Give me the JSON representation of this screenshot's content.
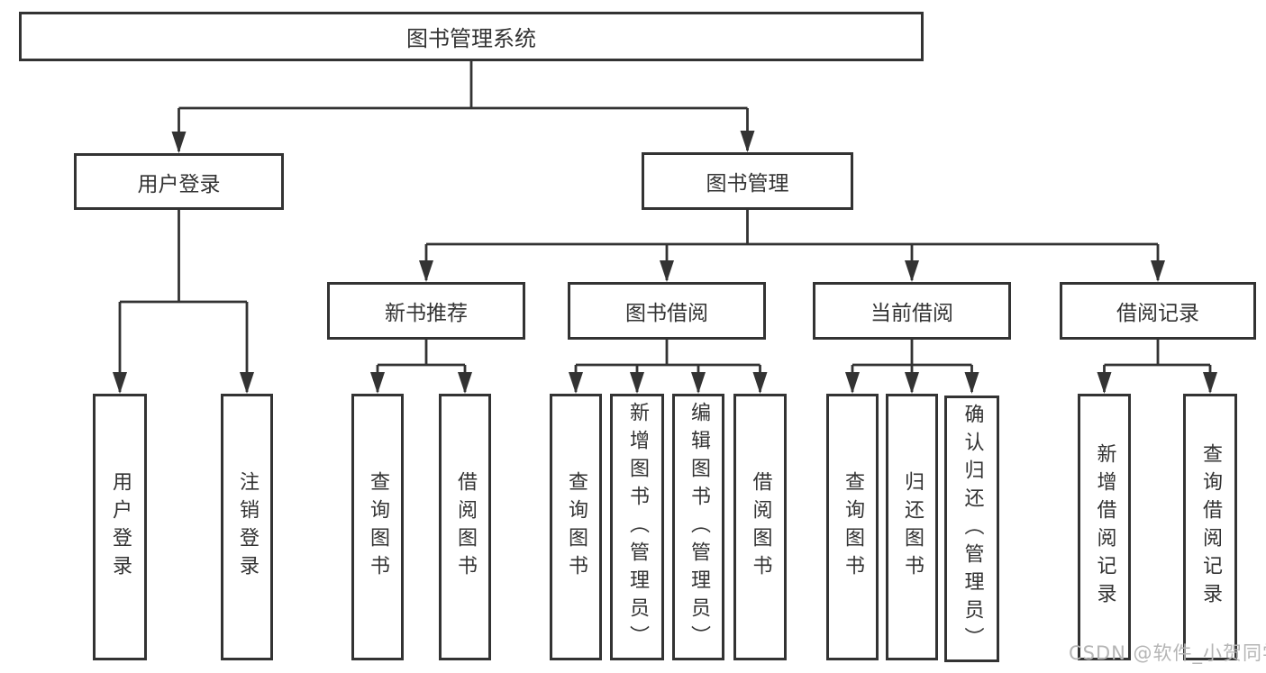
{
  "diagram": {
    "root": {
      "label": "图书管理系统"
    },
    "level2": {
      "user_login": {
        "label": "用户登录"
      },
      "book_mgmt": {
        "label": "图书管理"
      }
    },
    "level3": {
      "new_books": {
        "label": "新书推荐"
      },
      "borrowing": {
        "label": "图书借阅"
      },
      "current": {
        "label": "当前借阅"
      },
      "records": {
        "label": "借阅记录"
      }
    },
    "leaves": {
      "user_login": [
        "用户登录",
        "注销登录"
      ],
      "new_books": [
        "查询图书",
        "借阅图书"
      ],
      "borrowing": [
        "查询图书",
        "新增图书（管理员）",
        "编辑图书（管理员）",
        "借阅图书"
      ],
      "current": [
        "查询图书",
        "归还图书",
        "确认归还（管理员）"
      ],
      "records": [
        "新增借阅记录",
        "查询借阅记录"
      ]
    }
  },
  "watermark": {
    "text": "CSDN @软件_小贺同学"
  },
  "colors": {
    "line": "#333333",
    "box_border": "#333333",
    "text": "#333333",
    "watermark_text": "#b5b5b5",
    "background": "#ffffff"
  }
}
